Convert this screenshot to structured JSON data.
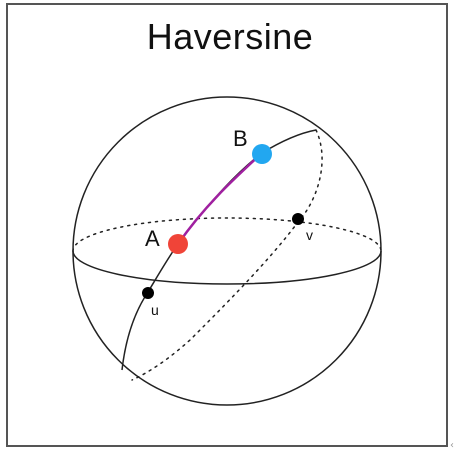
{
  "title": "Haversine",
  "points": {
    "a": {
      "label": "A",
      "color": "#f04438"
    },
    "b": {
      "label": "B",
      "color": "#22a7f0"
    },
    "u": {
      "label": "u",
      "color": "#000000"
    },
    "v": {
      "label": "v",
      "color": "#000000"
    }
  },
  "arc_color": "#a020a0",
  "corner_glyph": "‹"
}
